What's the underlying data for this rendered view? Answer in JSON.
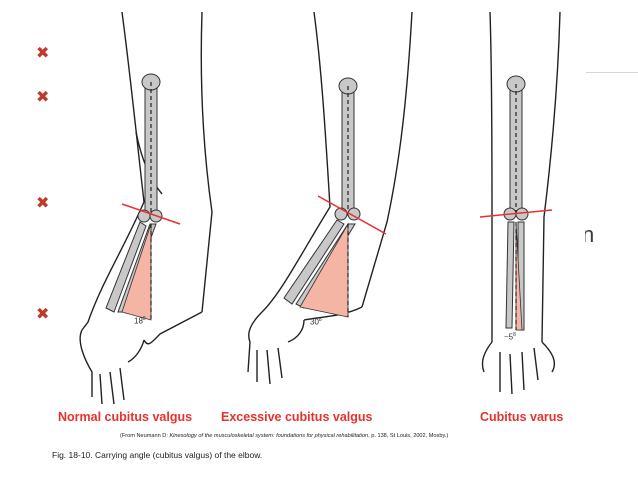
{
  "slide": {
    "fragment_text": "n",
    "accent_color": "#c0392b",
    "bullets": [
      "x-bullet-icon",
      "x-bullet-icon",
      "x-bullet-icon",
      "x-bullet-icon"
    ]
  },
  "figure": {
    "panels": [
      {
        "label": "Normal cubitus valgus",
        "angle": "18",
        "angle_unit": "8"
      },
      {
        "label": "Excessive cubitus valgus",
        "angle": "30",
        "angle_unit": "8"
      },
      {
        "label": "Cubitus varus",
        "angle": "−5",
        "angle_unit": "8"
      }
    ],
    "credit_lead": "(From Neumann D: ",
    "credit_title": "Kinesology of the musculoskeletal system: foundations for physical rehabilitation",
    "credit_tail": ", p. 138, St Louis, 2002, Mosby.)",
    "caption": "Fig. 18-10. Carrying angle (cubitus valgus) of the elbow.",
    "label_color": "#e8312f",
    "wedge_color": "#f5b5a5",
    "bone_color": "#c8c8c8"
  }
}
